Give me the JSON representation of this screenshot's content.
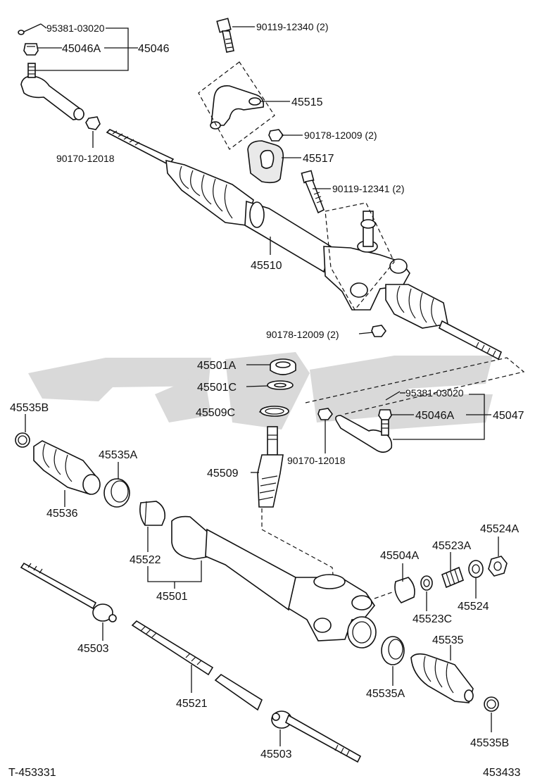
{
  "diagram": {
    "drawing_number_left": "T-453331",
    "drawing_number_right": "453433",
    "labels": {
      "p95381_03020_top": "95381-03020",
      "p45046A_top": "45046A",
      "p45046": "45046",
      "p90119_12340": "90119-12340 (2)",
      "p45515": "45515",
      "p90178_12009_upper": "90178-12009 (2)",
      "p45517": "45517",
      "p90170_12018_top": "90170-12018",
      "p90119_12341": "90119-12341 (2)",
      "p45510": "45510",
      "p90178_12009_lower": "90178-12009 (2)",
      "p45501A": "45501A",
      "p45501C": "45501C",
      "p45509C": "45509C",
      "p95381_03020_mid": "95381-03020",
      "p45046A_mid": "45046A",
      "p45047": "45047",
      "p90170_12018_mid": "90170-12018",
      "p45509": "45509",
      "p45535B_left": "45535B",
      "p45535A_left": "45535A",
      "p45536": "45536",
      "p45522": "45522",
      "p45501": "45501",
      "p45504A": "45504A",
      "p45523A": "45523A",
      "p45524A": "45524A",
      "p45523C": "45523C",
      "p45524": "45524",
      "p45503_left": "45503",
      "p45535": "45535",
      "p45521": "45521",
      "p45535A_right": "45535A",
      "p45503_bottom": "45503",
      "p45535B_right": "45535B"
    }
  }
}
